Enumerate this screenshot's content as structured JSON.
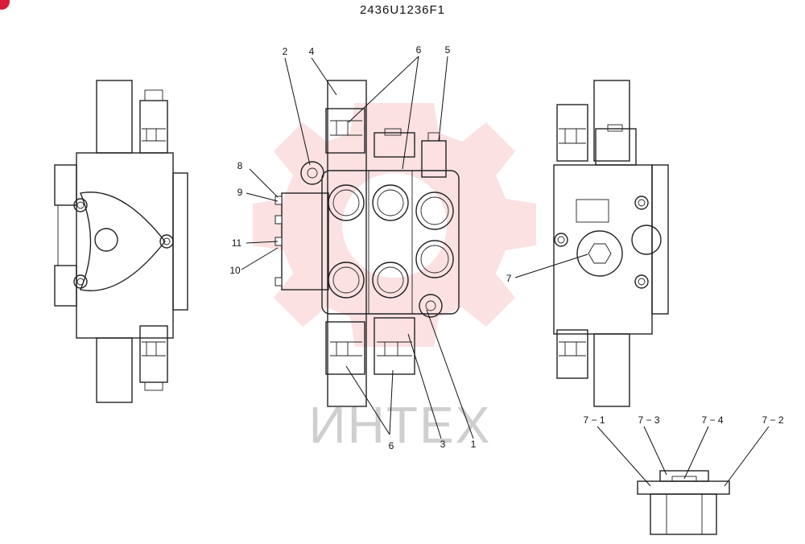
{
  "drawing": {
    "code": "2436U1236F1",
    "watermark": "ИНТЕХ",
    "colors": {
      "line": "#222222",
      "watermark": "#e8141c",
      "badge": "#d81b3a"
    }
  },
  "callouts": {
    "c1": "1",
    "c2": "2",
    "c3": "3",
    "c4": "4",
    "c5": "5",
    "c6a": "6",
    "c6b": "6",
    "c7": "7",
    "c8": "8",
    "c9": "9",
    "c10": "10",
    "c11": "11",
    "c71": "7 − 1",
    "c72": "7 − 2",
    "c73": "7 − 3",
    "c74": "7 − 4"
  }
}
